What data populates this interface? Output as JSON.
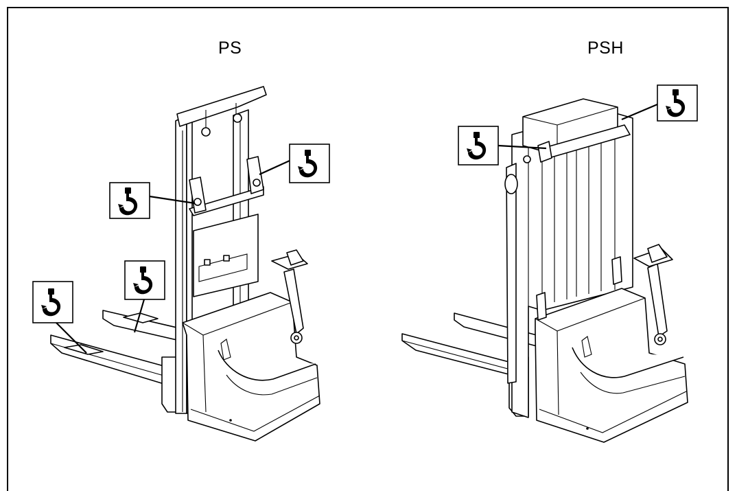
{
  "figure": {
    "models": [
      {
        "id": "ps",
        "label": "PS"
      },
      {
        "id": "psh",
        "label": "PSH"
      }
    ],
    "symbol_icon": "crane-hook-icon",
    "line_color": "#000000",
    "background": "#ffffff"
  }
}
